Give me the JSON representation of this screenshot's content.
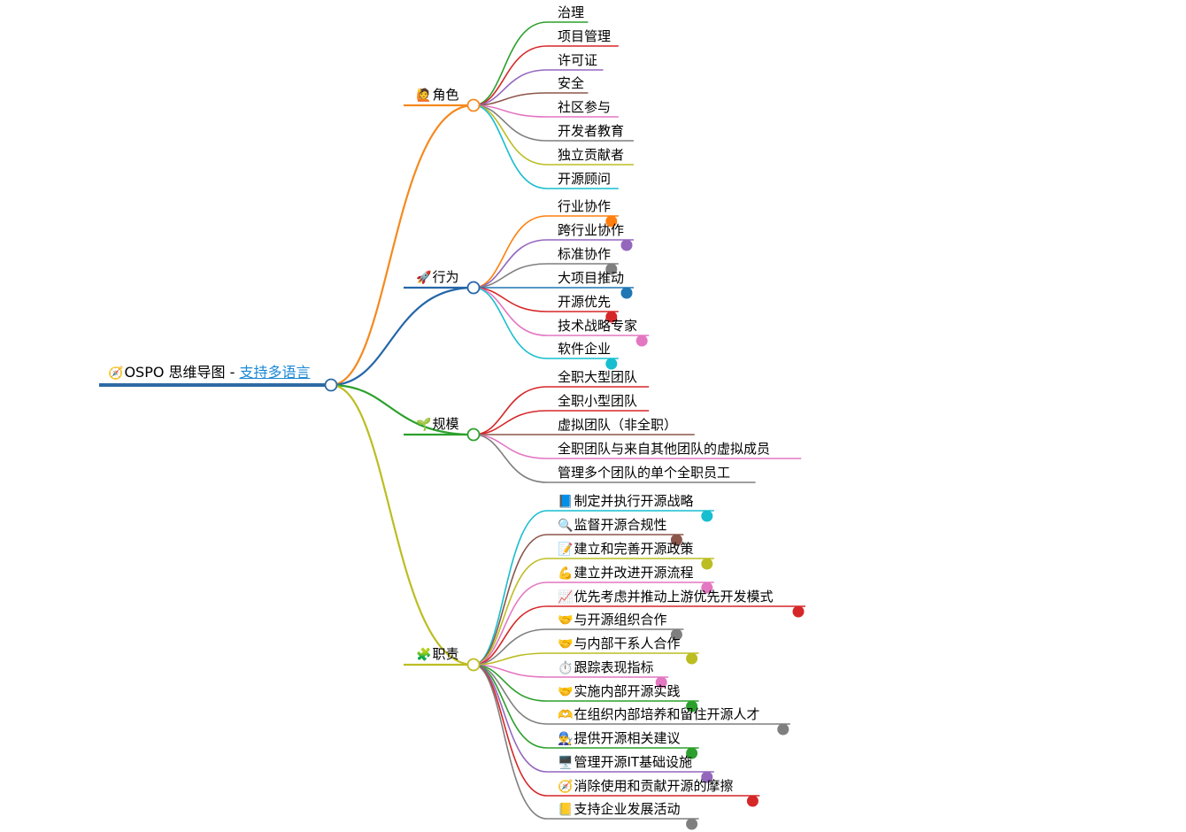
{
  "root": {
    "icon": "compass-icon",
    "glyph": "🧭",
    "text": "OSPO 思维导图 - ",
    "link_text": "支持多语言",
    "link_color": "#1a88d6",
    "line_color": "#2d6aa3"
  },
  "branches": [
    {
      "icon": "person-raising-hand-icon",
      "glyph": "🙋",
      "label": "角色",
      "color": "#f5891f",
      "children": [
        {
          "label": "治理",
          "color": "#2ca02c"
        },
        {
          "label": "项目管理",
          "color": "#d62728"
        },
        {
          "label": "许可证",
          "color": "#9467bd"
        },
        {
          "label": "安全",
          "color": "#8c564b"
        },
        {
          "label": "社区参与",
          "color": "#e377c2"
        },
        {
          "label": "开发者教育",
          "color": "#7f7f7f"
        },
        {
          "label": "独立贡献者",
          "color": "#bcbd22"
        },
        {
          "label": "开源顾问",
          "color": "#17becf"
        }
      ]
    },
    {
      "icon": "rocket-icon",
      "glyph": "🚀",
      "label": "行为",
      "color": "#2566a8",
      "children": [
        {
          "label": "行业协作",
          "color": "#ff7f0e"
        },
        {
          "label": "跨行业协作",
          "color": "#9467bd"
        },
        {
          "label": "标准协作",
          "color": "#7f7f7f"
        },
        {
          "label": "大项目推动",
          "color": "#1f77b4"
        },
        {
          "label": "开源优先",
          "color": "#d62728"
        },
        {
          "label": "技术战略专家",
          "color": "#e377c2"
        },
        {
          "label": "软件企业",
          "color": "#17becf"
        }
      ]
    },
    {
      "icon": "seedling-icon",
      "glyph": "🌱",
      "label": "规模",
      "color": "#2ca02c",
      "children": [
        {
          "label": "全职大型团队",
          "color": "#d62728"
        },
        {
          "label": "全职小型团队",
          "color": "#d62728"
        },
        {
          "label": "虚拟团队（非全职）",
          "color": "#8c564b"
        },
        {
          "label": "全职团队与来自其他团队的虚拟成员",
          "color": "#e377c2"
        },
        {
          "label": "管理多个团队的单个全职员工",
          "color": "#7f7f7f"
        }
      ]
    },
    {
      "icon": "puzzle-piece-icon",
      "glyph": "🧩",
      "label": "职责",
      "color": "#bcbd22",
      "children": [
        {
          "icon": "blue-book-icon",
          "glyph": "📘",
          "label": "制定并执行开源战略",
          "color": "#17becf"
        },
        {
          "icon": "magnifier-icon",
          "glyph": "🔍",
          "label": "监督开源合规性",
          "color": "#8c564b"
        },
        {
          "icon": "memo-icon",
          "glyph": "📝",
          "label": "建立和完善开源政策",
          "color": "#bcbd22"
        },
        {
          "icon": "flexed-biceps-icon",
          "glyph": "💪",
          "label": "建立并改进开源流程",
          "color": "#e377c2"
        },
        {
          "icon": "chart-increasing-icon",
          "glyph": "📈",
          "label": "优先考虑并推动上游优先开发模式",
          "color": "#d62728"
        },
        {
          "icon": "handshake-icon",
          "glyph": "🤝",
          "label": "与开源组织合作",
          "color": "#7f7f7f"
        },
        {
          "icon": "handshake-icon",
          "glyph": "🤝",
          "label": "与内部干系人合作",
          "color": "#bcbd22"
        },
        {
          "icon": "stopwatch-icon",
          "glyph": "⏱️",
          "label": "跟踪表现指标",
          "color": "#e377c2"
        },
        {
          "icon": "handshake-icon",
          "glyph": "🤝",
          "label": "实施内部开源实践",
          "color": "#2ca02c"
        },
        {
          "icon": "heart-hands-icon",
          "glyph": "🫶",
          "label": "在组织内部培养和留住开源人才",
          "color": "#7f7f7f"
        },
        {
          "icon": "technologist-icon",
          "glyph": "👨‍🔧",
          "label": "提供开源相关建议",
          "color": "#2ca02c"
        },
        {
          "icon": "desktop-computer-icon",
          "glyph": "🖥️",
          "label": "管理开源IT基础设施",
          "color": "#9467bd"
        },
        {
          "icon": "compass-icon",
          "glyph": "🧭",
          "label": "消除使用和贡献开源的摩擦",
          "color": "#d62728"
        },
        {
          "icon": "ledger-icon",
          "glyph": "📒",
          "label": "支持企业发展活动",
          "color": "#7f7f7f"
        }
      ]
    }
  ]
}
